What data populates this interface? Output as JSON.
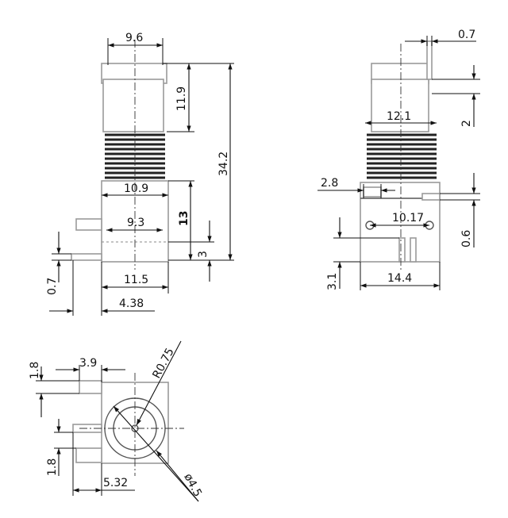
{
  "side_view": {
    "width_top": "9.6",
    "head_height": "11.9",
    "total_height": "34.2",
    "body_width": "10.9",
    "body_height": "13",
    "inner_width": "9.3",
    "base_height": "3",
    "pin_offset_v": "0.7",
    "base_width": "11.5",
    "pin_offset_h": "4.38"
  },
  "front_view": {
    "tab_width": "0.7",
    "thread_width": "12.1",
    "tab_height": "2",
    "pin_slot": "2.8",
    "pin_pitch": "10.17",
    "pin_thickness": "0.6",
    "pin_length": "3.1",
    "base_width": "14.4"
  },
  "bottom_view": {
    "pin_spacing": "3.9",
    "pin_width_top": "1.8",
    "radius": "R0.75",
    "pin_width_bottom": "1.8",
    "pin_offset": "5.32",
    "hole_diameter": "ø4.5"
  }
}
